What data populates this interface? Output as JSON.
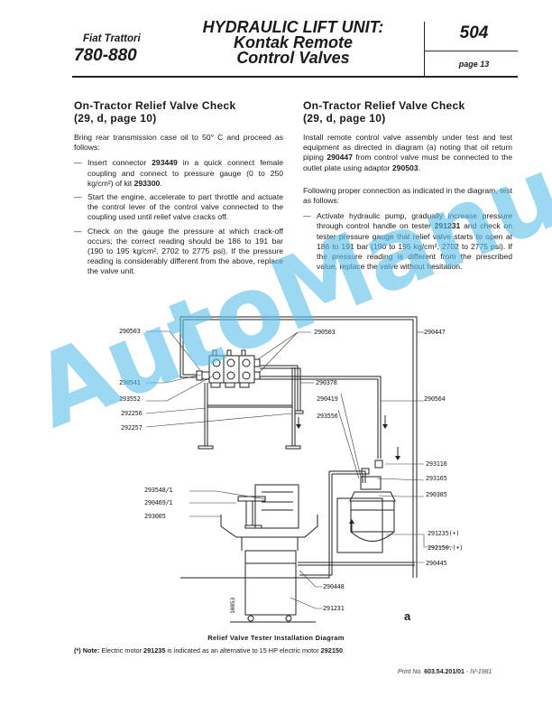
{
  "header": {
    "brand": "Fiat Trattori",
    "model": "780-880",
    "title_line1": "HYDRAULIC LIFT UNIT:",
    "title_line2": "Kontak Remote",
    "title_line3": "Control Valves",
    "section_number": "504",
    "page": "page 13"
  },
  "left_column": {
    "heading_line1": "On-Tractor Relief Valve Check",
    "heading_line2": "(29, d, page 10)",
    "intro": "Bring rear transmission case oil to 50° C and proceed as follows:",
    "steps": [
      {
        "pre": "Insert connector ",
        "bold1": "293449",
        "mid": " in a quick connect female coupling and connect to pressure gauge (0 to 250 kg/cm²) of kit ",
        "bold2": "293300",
        "post": "."
      },
      {
        "text": "Start the engine, accelerate to part throttle and actuate the control lever of the control valve connected to the coupling used until relief valve cracks off."
      },
      {
        "text": "Check on the gauge the pressure at which crack-off occurs; the correct reading should be 186 to 191 bar (190 to 195 kg/cm², 2702 to 2775 psi). If the pressure reading is considerably different from the above, replace the valve unit."
      }
    ]
  },
  "right_column": {
    "heading_line1": "On-Tractor Relief Valve Check",
    "heading_line2": "(29, d, page 10)",
    "para1_pre": "Install remote control valve assembly under test and test equipment as directed in diagram (a) noting that oil return piping ",
    "para1_bold1": "290447",
    "para1_mid": " from control valve must be connected to the outlet plate using adaptor ",
    "para1_bold2": "290503",
    "para1_post": ".",
    "para2": "Following proper connection as indicated in the diagram, test as follows:",
    "steps": [
      {
        "pre": "Activate hydraulic pump, gradually increase pressure through control handle on tester ",
        "bold1": "291231",
        "post": " and check on tester pressure gauge that relief valve starts to open at 186 to 191 bar (190 to 195 kg/cm², 2702 to 2775 psi). If the pressure reading is different from the prescribed value, replace the valve without hesitation."
      }
    ]
  },
  "diagram": {
    "labels": {
      "l290503_left": "290503",
      "l290503_right": "290503",
      "l290447": "290447",
      "l290541": "290541",
      "l293552": "293552",
      "l292256": "292256",
      "l292257": "292257",
      "l290378": "290378",
      "l290419": "290419",
      "l293556": "293556",
      "l290564": "290564",
      "l293116": "293116",
      "l293165": "293165",
      "l290385": "290385",
      "l291235": "291235(•)",
      "l292150": "292150.(•)",
      "l290445": "290445",
      "l293548": "293548/1",
      "l290469": "290469/1",
      "l293005": "293005",
      "l290448": "290448",
      "l291231": "291231",
      "drawing_no": "10853"
    },
    "figure_letter": "a",
    "caption": "Relief Valve Tester Installation Diagram"
  },
  "note": {
    "marker": "(*) ",
    "label": "Note:",
    "pre": " Electric motor ",
    "bold1": "291235",
    "mid": " is indicated as an alternative to 15 HP electric motor ",
    "bold2": "292150",
    "post": "."
  },
  "footer": {
    "print_label": "Print No. ",
    "print_number": "603.54.201/01",
    "print_date": " - IV-1981"
  },
  "watermark": "AutoManual",
  "colors": {
    "watermark": "#5bbfea",
    "ink": "#1a1a1a"
  }
}
